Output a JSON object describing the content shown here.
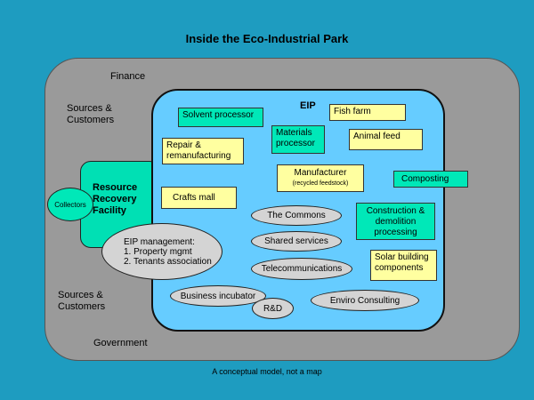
{
  "title": "Inside the Eco-Industrial Park",
  "outer_labels": {
    "finance": "Finance",
    "sources_top": "Sources &\nCustomers",
    "sources_bottom": "Sources &\nCustomers",
    "government": "Government"
  },
  "eip_label": "EIP",
  "rrf": "Resource\nRecovery\nFacility",
  "collectors": "Collectors",
  "boxes": {
    "solvent": "Solvent processor",
    "fish": "Fish farm",
    "repair": "Repair &\nremanufacturing",
    "materials": "Materials\nprocessor",
    "animal": "Animal feed",
    "manufacturer": "Manufacturer",
    "manufacturer_sub": "(recycled feedstock)",
    "composting": "Composting",
    "crafts": "Crafts mall",
    "construction": "Construction &\ndemolition\nprocessing",
    "solar": "Solar building\ncomponents"
  },
  "ellipses": {
    "commons": "The Commons",
    "shared": "Shared services",
    "telecom": "Telecommunications",
    "eip_mgmt": "EIP management:\n1. Property mgmt\n2. Tenants association",
    "incubator": "Business incubator",
    "rd": "R&D",
    "enviro": "Enviro Consulting"
  },
  "caption": "A conceptual model, not a map"
}
